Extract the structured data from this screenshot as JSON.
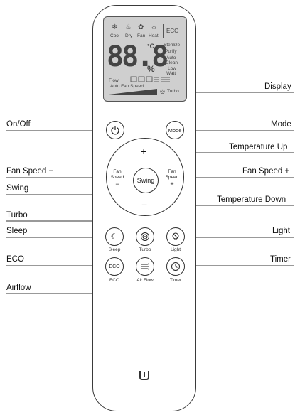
{
  "lcd": {
    "modes": [
      {
        "label": "Cool",
        "icon": "snowflake-icon",
        "glyph": "❄"
      },
      {
        "label": "Dry",
        "icon": "droplet-icon",
        "glyph": "♨"
      },
      {
        "label": "Fan",
        "icon": "fan-icon",
        "glyph": "✿"
      },
      {
        "label": "Heat",
        "icon": "sun-icon",
        "glyph": "☼"
      }
    ],
    "eco": "ECO",
    "digits": "88.8",
    "deg": "°C",
    "percent": "%",
    "right_labels": [
      "Sterilize",
      "Purify",
      "Auto",
      "Clean",
      "Low",
      "Watt"
    ],
    "flow": "Flow",
    "auto_fan_speed": "Auto Fan Speed",
    "turbo": "Turbo"
  },
  "buttons": {
    "mode_text": "Mode",
    "fan_speed_line1": "Fan",
    "fan_speed_line2": "Speed",
    "minus": "−",
    "plus": "+",
    "swing": "Swing",
    "sleep": "Sleep",
    "turbo": "Turbo",
    "light": "Light",
    "eco_text": "ECO",
    "eco": "ECO",
    "air_flow": "Air Flow",
    "timer": "Timer"
  },
  "callouts": {
    "display": "Display",
    "on_off": "On/Off",
    "mode": "Mode",
    "temperature_up": "Temperature Up",
    "fan_speed_minus": "Fan Speed −",
    "fan_speed_plus": "Fan Speed +",
    "swing": "Swing",
    "temperature_down": "Temperature Down",
    "turbo": "Turbo",
    "sleep": "Sleep",
    "light": "Light",
    "eco": "ECO",
    "timer": "Timer",
    "airflow": "Airflow"
  }
}
